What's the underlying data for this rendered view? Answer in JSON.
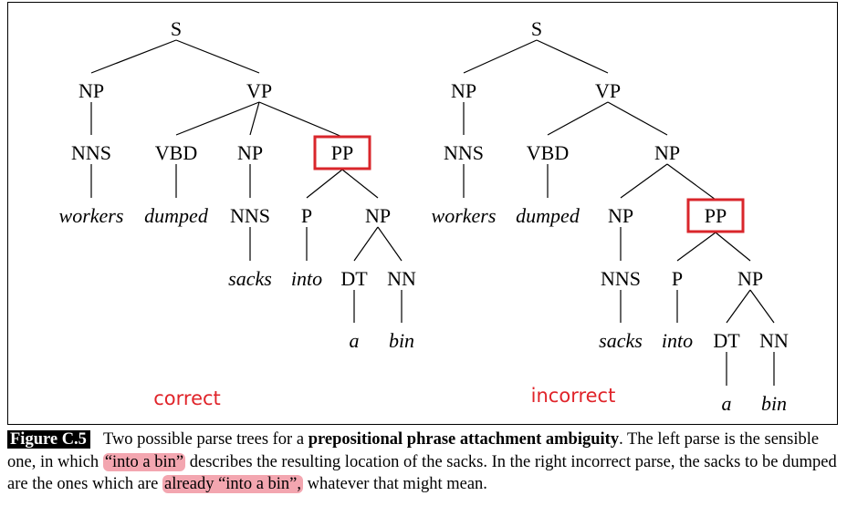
{
  "diagram": {
    "left_tree": {
      "label": "correct",
      "root": {
        "label": "S",
        "children": [
          {
            "label": "NP",
            "children": [
              {
                "label": "NNS",
                "children": [
                  {
                    "label": "workers",
                    "word": true
                  }
                ]
              }
            ]
          },
          {
            "label": "VP",
            "children": [
              {
                "label": "VBD",
                "children": [
                  {
                    "label": "dumped",
                    "word": true
                  }
                ]
              },
              {
                "label": "NP",
                "children": [
                  {
                    "label": "NNS",
                    "children": [
                      {
                        "label": "sacks",
                        "word": true
                      }
                    ]
                  }
                ]
              },
              {
                "label": "PP",
                "highlight": true,
                "children": [
                  {
                    "label": "P",
                    "children": [
                      {
                        "label": "into",
                        "word": true
                      }
                    ]
                  },
                  {
                    "label": "NP",
                    "children": [
                      {
                        "label": "DT",
                        "children": [
                          {
                            "label": "a",
                            "word": true
                          }
                        ]
                      },
                      {
                        "label": "NN",
                        "children": [
                          {
                            "label": "bin",
                            "word": true
                          }
                        ]
                      }
                    ]
                  }
                ]
              }
            ]
          }
        ]
      }
    },
    "right_tree": {
      "label": "incorrect",
      "root": {
        "label": "S",
        "children": [
          {
            "label": "NP",
            "children": [
              {
                "label": "NNS",
                "children": [
                  {
                    "label": "workers",
                    "word": true
                  }
                ]
              }
            ]
          },
          {
            "label": "VP",
            "children": [
              {
                "label": "VBD",
                "children": [
                  {
                    "label": "dumped",
                    "word": true
                  }
                ]
              },
              {
                "label": "NP",
                "children": [
                  {
                    "label": "NP",
                    "children": [
                      {
                        "label": "NNS",
                        "children": [
                          {
                            "label": "sacks",
                            "word": true
                          }
                        ]
                      }
                    ]
                  },
                  {
                    "label": "PP",
                    "highlight": true,
                    "children": [
                      {
                        "label": "P",
                        "children": [
                          {
                            "label": "into",
                            "word": true
                          }
                        ]
                      },
                      {
                        "label": "NP",
                        "children": [
                          {
                            "label": "DT",
                            "children": [
                              {
                                "label": "a",
                                "word": true
                              }
                            ]
                          },
                          {
                            "label": "NN",
                            "children": [
                              {
                                "label": "bin",
                                "word": true
                              }
                            ]
                          }
                        ]
                      }
                    ]
                  }
                ]
              }
            ]
          }
        ]
      }
    }
  },
  "caption": {
    "figure_label": "Figure C.5",
    "text_1": "Two possible parse trees for a ",
    "bold": "prepositional phrase attachment ambiguity",
    "text_2": ". The left parse is the sensible one, in which ",
    "mark_1": "“into a bin”",
    "text_3": " describes the resulting location of the sacks. In the right incorrect parse, the sacks to be dumped are the ones which are ",
    "mark_2": "already “into a bin”,",
    "text_4": " whatever that might mean."
  }
}
